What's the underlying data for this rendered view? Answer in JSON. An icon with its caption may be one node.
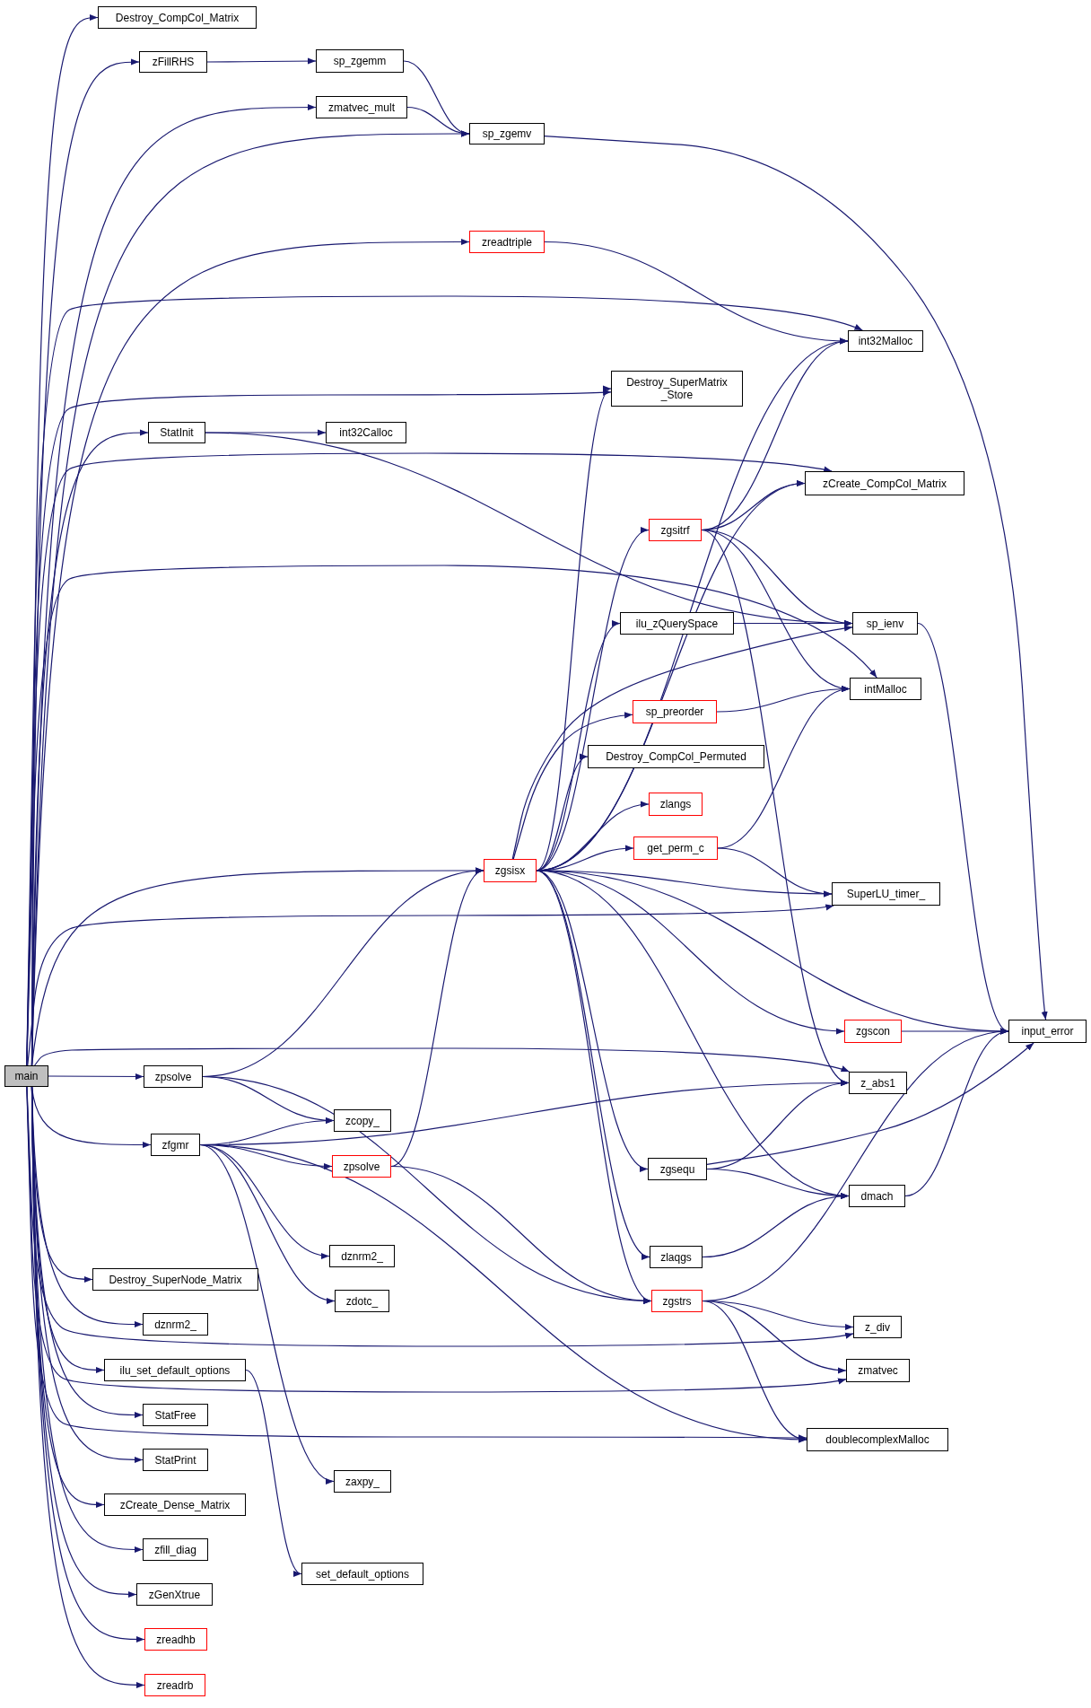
{
  "diagram": {
    "nodes": [
      {
        "text": [
          "main"
        ]
      },
      {
        "text": [
          "Destroy_CompCol_Matrix"
        ]
      },
      {
        "text": [
          "zFillRHS"
        ]
      },
      {
        "text": [
          "sp_zgemm"
        ]
      },
      {
        "text": [
          "zmatvec_mult"
        ]
      },
      {
        "text": [
          "sp_zgemv"
        ]
      },
      {
        "text": [
          "zreadtriple"
        ]
      },
      {
        "text": [
          "int32Malloc"
        ]
      },
      {
        "text": [
          "Destroy_SuperMatrix _Store"
        ]
      },
      {
        "text": [
          "StatInit"
        ]
      },
      {
        "text": [
          "int32Calloc"
        ]
      },
      {
        "text": [
          "zCreate_CompCol_Matrix"
        ]
      },
      {
        "text": [
          "zgsitrf"
        ]
      },
      {
        "text": [
          "ilu_zQuerySpace"
        ]
      },
      {
        "text": [
          "sp_ienv"
        ]
      },
      {
        "text": [
          "intMalloc"
        ]
      },
      {
        "text": [
          "sp_preorder"
        ]
      },
      {
        "text": [
          "Destroy_CompCol_Permuted"
        ]
      },
      {
        "text": [
          "zlangs"
        ]
      },
      {
        "text": [
          "get_perm_c"
        ]
      },
      {
        "text": [
          "zgsisx"
        ]
      },
      {
        "text": [
          "SuperLU_timer_"
        ]
      },
      {
        "text": [
          "zgscon"
        ]
      },
      {
        "text": [
          "input_error"
        ]
      },
      {
        "text": [
          "zpsolve"
        ]
      },
      {
        "text": [
          "z_abs1"
        ]
      },
      {
        "text": [
          "zcopy_"
        ]
      },
      {
        "text": [
          "zfgmr"
        ]
      },
      {
        "text": [
          "zpsolve"
        ]
      },
      {
        "text": [
          "zgsequ"
        ]
      },
      {
        "text": [
          "dmach"
        ]
      },
      {
        "text": [
          "dznrm2_"
        ]
      },
      {
        "text": [
          "zlaqgs"
        ]
      },
      {
        "text": [
          "Destroy_SuperNode_Matrix"
        ]
      },
      {
        "text": [
          "zdotc_"
        ]
      },
      {
        "text": [
          "zgstrs"
        ]
      },
      {
        "text": [
          "z_div"
        ]
      },
      {
        "text": [
          "dznrm2_"
        ]
      },
      {
        "text": [
          "zmatvec"
        ]
      },
      {
        "text": [
          "ilu_set_default_options"
        ]
      },
      {
        "text": [
          "StatFree"
        ]
      },
      {
        "text": [
          "doublecomplexMalloc"
        ]
      },
      {
        "text": [
          "StatPrint"
        ]
      },
      {
        "text": [
          "zaxpy_"
        ]
      },
      {
        "text": [
          "zCreate_Dense_Matrix"
        ]
      },
      {
        "text": [
          "zfill_diag"
        ]
      },
      {
        "text": [
          "set_default_options"
        ]
      },
      {
        "text": [
          "zGenXtrue"
        ]
      },
      {
        "text": [
          "zreadhb"
        ]
      },
      {
        "text": [
          "zreadrb"
        ]
      }
    ],
    "edges": [
      {
        "from": 0,
        "to": 1,
        "arrow": "to"
      },
      {
        "from": 0,
        "to": 2,
        "arrow": "to"
      },
      {
        "from": 0,
        "to": 4,
        "arrow": "to"
      },
      {
        "from": 0,
        "to": 5,
        "arrow": "to"
      },
      {
        "from": 0,
        "to": 7,
        "arrow": "to"
      },
      {
        "from": 0,
        "to": 6,
        "arrow": "to"
      },
      {
        "from": 0,
        "to": 11,
        "arrow": "to"
      },
      {
        "from": 0,
        "to": 9,
        "arrow": "to"
      },
      {
        "from": 0,
        "to": 8,
        "arrow": "to"
      },
      {
        "from": 0,
        "to": 15,
        "arrow": "to"
      },
      {
        "from": 0,
        "to": 20,
        "arrow": "to"
      },
      {
        "from": 0,
        "to": 21,
        "arrow": "to"
      },
      {
        "from": 0,
        "to": 25,
        "arrow": "to"
      },
      {
        "from": 0,
        "to": 24,
        "arrow": "to"
      },
      {
        "from": 0,
        "to": 27,
        "arrow": "to"
      },
      {
        "from": 0,
        "to": 36,
        "arrow": "to"
      },
      {
        "from": 0,
        "to": 38,
        "arrow": "to"
      },
      {
        "from": 0,
        "to": 41,
        "arrow": "to"
      },
      {
        "from": 0,
        "to": 33,
        "arrow": "to"
      },
      {
        "from": 0,
        "to": 37,
        "arrow": "to"
      },
      {
        "from": 0,
        "to": 39,
        "arrow": "to"
      },
      {
        "from": 0,
        "to": 40,
        "arrow": "to"
      },
      {
        "from": 0,
        "to": 42,
        "arrow": "to"
      },
      {
        "from": 0,
        "to": 44,
        "arrow": "to"
      },
      {
        "from": 0,
        "to": 45,
        "arrow": "to"
      },
      {
        "from": 0,
        "to": 47,
        "arrow": "to"
      },
      {
        "from": 0,
        "to": 48,
        "arrow": "to"
      },
      {
        "from": 0,
        "to": 49,
        "arrow": "to"
      },
      {
        "from": 2,
        "to": 3,
        "arrow": "to"
      },
      {
        "from": 3,
        "to": 5,
        "arrow": "to"
      },
      {
        "from": 4,
        "to": 5,
        "arrow": "to"
      },
      {
        "from": 5,
        "to": 23,
        "arrow": "to"
      },
      {
        "from": 6,
        "to": 7,
        "arrow": "to"
      },
      {
        "from": 9,
        "to": 10,
        "arrow": "to"
      },
      {
        "from": 9,
        "to": 14,
        "arrow": "to"
      },
      {
        "from": 20,
        "to": 8,
        "arrow": "to"
      },
      {
        "from": 20,
        "to": 7,
        "arrow": "to"
      },
      {
        "from": 20,
        "to": 11,
        "arrow": "to"
      },
      {
        "from": 20,
        "to": 12,
        "arrow": "to"
      },
      {
        "from": 20,
        "to": 13,
        "arrow": "to"
      },
      {
        "from": 20,
        "to": 14,
        "arrow": "to"
      },
      {
        "from": 20,
        "to": 16,
        "arrow": "to"
      },
      {
        "from": 20,
        "to": 17,
        "arrow": "to"
      },
      {
        "from": 20,
        "to": 18,
        "arrow": "to"
      },
      {
        "from": 20,
        "to": 19,
        "arrow": "to"
      },
      {
        "from": 20,
        "to": 21,
        "arrow": "to"
      },
      {
        "from": 20,
        "to": 23,
        "arrow": "to"
      },
      {
        "from": 20,
        "to": 22,
        "arrow": "to"
      },
      {
        "from": 20,
        "to": 29,
        "arrow": "to"
      },
      {
        "from": 20,
        "to": 30,
        "arrow": "to"
      },
      {
        "from": 20,
        "to": 32,
        "arrow": "to"
      },
      {
        "from": 20,
        "to": 35,
        "arrow": "to"
      },
      {
        "from": 12,
        "to": 7,
        "arrow": "to"
      },
      {
        "from": 12,
        "to": 11,
        "arrow": "to"
      },
      {
        "from": 12,
        "to": 14,
        "arrow": "to"
      },
      {
        "from": 12,
        "to": 15,
        "arrow": "to"
      },
      {
        "from": 12,
        "to": 25,
        "arrow": "to"
      },
      {
        "from": 13,
        "to": 14,
        "arrow": "to"
      },
      {
        "from": 14,
        "to": 23,
        "arrow": "to"
      },
      {
        "from": 16,
        "to": 15,
        "arrow": "to"
      },
      {
        "from": 19,
        "to": 15,
        "arrow": "to"
      },
      {
        "from": 19,
        "to": 21,
        "arrow": "to"
      },
      {
        "from": 22,
        "to": 23,
        "arrow": "to"
      },
      {
        "from": 24,
        "to": 20,
        "arrow": "to"
      },
      {
        "from": 24,
        "to": 26,
        "arrow": "to"
      },
      {
        "from": 24,
        "to": 35,
        "arrow": "to"
      },
      {
        "from": 27,
        "to": 26,
        "arrow": "to"
      },
      {
        "from": 27,
        "to": 28,
        "arrow": "to"
      },
      {
        "from": 27,
        "to": 25,
        "arrow": "to"
      },
      {
        "from": 27,
        "to": 31,
        "arrow": "to"
      },
      {
        "from": 27,
        "to": 34,
        "arrow": "to"
      },
      {
        "from": 27,
        "to": 43,
        "arrow": "to"
      },
      {
        "from": 27,
        "to": 41,
        "arrow": "to"
      },
      {
        "from": 28,
        "to": 20,
        "arrow": "to"
      },
      {
        "from": 28,
        "to": 35,
        "arrow": "to"
      },
      {
        "from": 29,
        "to": 25,
        "arrow": "to"
      },
      {
        "from": 29,
        "to": 23,
        "arrow": "to"
      },
      {
        "from": 29,
        "to": 30,
        "arrow": "to"
      },
      {
        "from": 30,
        "to": 23,
        "arrow": "to"
      },
      {
        "from": 32,
        "to": 30,
        "arrow": "to"
      },
      {
        "from": 35,
        "to": 23,
        "arrow": "to"
      },
      {
        "from": 35,
        "to": 36,
        "arrow": "to"
      },
      {
        "from": 35,
        "to": 38,
        "arrow": "to"
      },
      {
        "from": 35,
        "to": 41,
        "arrow": "to"
      },
      {
        "from": 39,
        "to": 46,
        "arrow": "to"
      }
    ]
  }
}
